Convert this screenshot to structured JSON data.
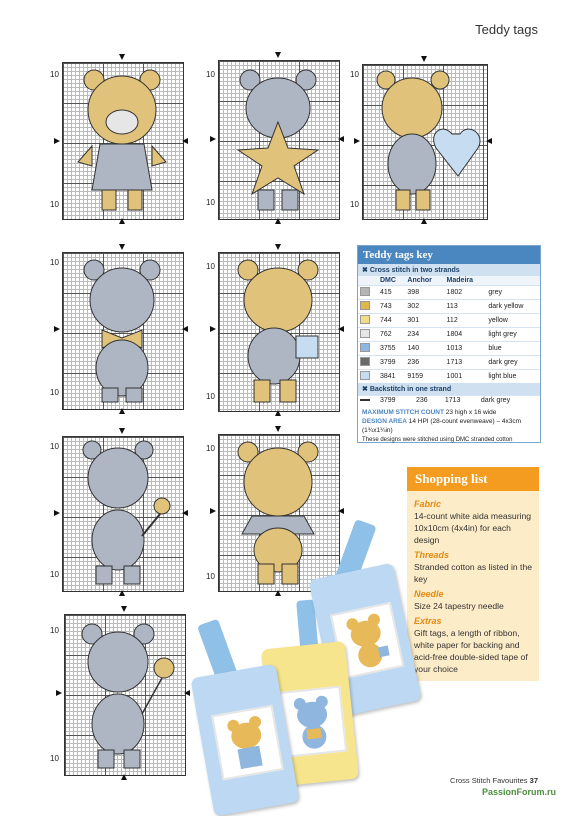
{
  "page": {
    "title": "Teddy tags"
  },
  "chart_label": "10",
  "key": {
    "title": "Teddy tags key",
    "section1": "Cross stitch in two strands",
    "headers": [
      "DMC",
      "Anchor",
      "Madeira"
    ],
    "rows": [
      {
        "sym": "grey-symbol",
        "dmc": "415",
        "anchor": "398",
        "madeira": "1802",
        "name": "grey",
        "color": "#b5b5b5"
      },
      {
        "sym": "dark-yellow-symbol",
        "dmc": "743",
        "anchor": "302",
        "madeira": "113",
        "name": "dark yellow",
        "color": "#e0b64a"
      },
      {
        "sym": "yellow-symbol",
        "dmc": "744",
        "anchor": "301",
        "madeira": "112",
        "name": "yellow",
        "color": "#f3dc86"
      },
      {
        "sym": "light-grey-symbol",
        "dmc": "762",
        "anchor": "234",
        "madeira": "1804",
        "name": "light grey",
        "color": "#e6e6e6"
      },
      {
        "sym": "blue-symbol",
        "dmc": "3755",
        "anchor": "140",
        "madeira": "1013",
        "name": "blue",
        "color": "#8fb6df"
      },
      {
        "sym": "dark-grey-symbol",
        "dmc": "3799",
        "anchor": "236",
        "madeira": "1713",
        "name": "dark grey",
        "color": "#6a6a6a"
      },
      {
        "sym": "light-blue-symbol",
        "dmc": "3841",
        "anchor": "9159",
        "madeira": "1001",
        "name": "light blue",
        "color": "#c6dcf0"
      }
    ],
    "section2": "Backstitch in one strand",
    "back_row": {
      "dmc": "3799",
      "anchor": "236",
      "madeira": "1713",
      "name": "dark grey"
    },
    "max_label": "MAXIMUM STITCH COUNT",
    "max_value": "23 high x 16 wide",
    "design_label": "DESIGN AREA",
    "design_value": "14 HPI (28-count evenweave) – 4x3cm (1¾x1¼in)",
    "note": "These designs were stitched using DMC stranded cotton"
  },
  "shopping": {
    "title": "Shopping list",
    "items": [
      {
        "h": "Fabric",
        "t": "14-count white aida measuring 10x10cm (4x4in) for each design"
      },
      {
        "h": "Threads",
        "t": "Stranded cotton as listed in the key"
      },
      {
        "h": "Needle",
        "t": "Size 24 tapestry needle"
      },
      {
        "h": "Extras",
        "t": "Gift tags, a length of ribbon, white paper for backing and acid-free double-sided tape of your choice"
      }
    ]
  },
  "footer": {
    "text": "Cross Stitch Favourites",
    "page": "37"
  },
  "watermark": "PassionForum.ru",
  "colors": {
    "key_blue": "#4a86c0",
    "shop_orange": "#f39c1f",
    "bear_tan": "#e0c27a",
    "bear_grey": "#aeb6c3"
  }
}
